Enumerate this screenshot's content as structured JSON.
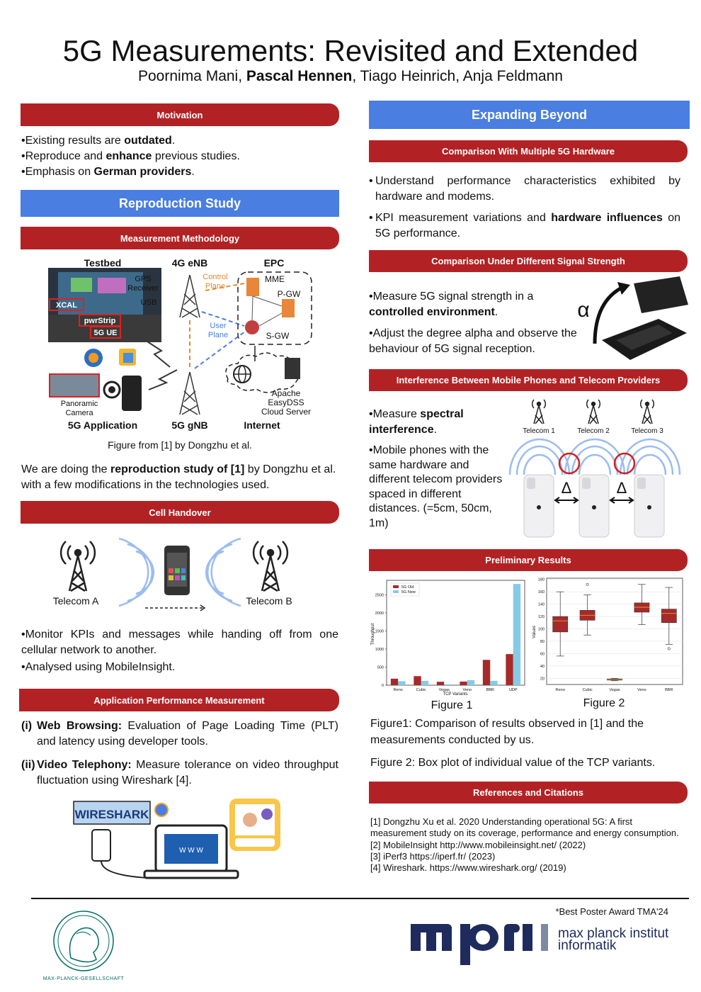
{
  "header": {
    "title": "5G Measurements: Revisited and Extended",
    "author1": "Poornima Mani, ",
    "author2": "Pascal Hennen",
    "author3": ", Tiago Heinrich, Anja Feldmann"
  },
  "left": {
    "motivation": {
      "heading": "Motivation",
      "b1_pre": "•Existing results are ",
      "b1_bold": "outdated",
      "b1_post": ".",
      "b2_pre": "•Reproduce and ",
      "b2_bold": "enhance",
      "b2_post": " previous studies.",
      "b3_pre": "•Emphasis on ",
      "b3_bold": "German providers",
      "b3_post": "."
    },
    "reproduction_heading": "Reproduction Study",
    "methodology": {
      "heading": "Measurement Methodology",
      "labels": {
        "testbed": "Testbed",
        "enb": "4G eNB",
        "epc": "EPC",
        "gps": "GPS",
        "receiver": "Receiver",
        "usb": "USB",
        "xcal": "XCAL",
        "pwrstrip": "pwrStrip",
        "ue": "5G UE",
        "control": "Control",
        "plane": "Plane",
        "user": "User",
        "uplane": "Plane",
        "mme": "MME",
        "pgw": "P-GW",
        "sgw": "S-GW",
        "panoramic": "Panoramic",
        "camera": "Camera",
        "apache": "Apache",
        "easydss": "EasyDSS",
        "cloud": "Cloud Server",
        "app": "5G Application",
        "gnb": "5G gNB",
        "internet": "Internet"
      },
      "caption": "Figure from [1] by Dongzhu et al.",
      "para_pre": "We are doing the ",
      "para_bold": "reproduction study of [1]",
      "para_post": " by Dongzhu et al. with a few modifications in the technologies used."
    },
    "handover": {
      "heading": "Cell Handover",
      "telecom_a": "Telecom  A",
      "telecom_b": "Telecom  B",
      "b1": "•Monitor KPIs and messages while handing off from one cellular network to another.",
      "b2": "•Analysed using MobileInsight."
    },
    "app_perf": {
      "heading": "Application Performance Measurement",
      "i_label": "(i)",
      "i_bold": "Web Browsing:",
      "i_text": " Evaluation of Page Loading Time (PLT) and latency using developer tools.",
      "ii_label": "(ii)",
      "ii_bold": "Video Telephony:",
      "ii_text": " Measure tolerance on video throughput fluctuation using Wireshark [4].",
      "wireshark": "WIRESHARK",
      "www": "W W W"
    }
  },
  "right": {
    "expanding_heading": "Expanding Beyond",
    "hardware": {
      "heading": "Comparison With Multiple 5G Hardware",
      "b1": "Understand performance characteristics exhibited by hardware and modems.",
      "b2_pre": "KPI measurement variations and ",
      "b2_bold": "hardware influences",
      "b2_post": " on 5G performance."
    },
    "signal": {
      "heading": "Comparison Under Different Signal Strength",
      "b1_pre": "•Measure 5G signal strength in a ",
      "b1_bold": "controlled environment",
      "b1_post": ".",
      "b2": "•Adjust the degree alpha and observe the behaviour of 5G signal reception.",
      "alpha": "α"
    },
    "interference": {
      "heading": "Interference Between Mobile Phones and Telecom Providers",
      "b1_pre": "•Measure ",
      "b1_bold": "spectral interference",
      "b1_post": ".",
      "b2": "•Mobile phones with the same hardware and different telecom providers spaced in different distances. (=5cm, 50cm, 1m)",
      "t1": "Telecom 1",
      "t2": "Telecom 2",
      "t3": "Telecom 3",
      "delta": "Δ"
    },
    "results": {
      "heading": "Preliminary Results",
      "fig1": "Figure 1",
      "fig2": "Figure 2",
      "p1": "Figure1: Comparison of results observed in [1] and the measurements conducted by us.",
      "p2": "Figure 2: Box plot of individual value of the TCP variants."
    },
    "references": {
      "heading": "References and Citations",
      "r1": "[1] Dongzhu Xu et al. 2020 Understanding operational 5G: A first measurement study on its coverage, performance and energy consumption.",
      "r2": "[2] MobileInsight http://www.mobileinsight.net/ (2022)",
      "r3": "[3] iPerf3 https://iperf.fr/ (2023)",
      "r4": "[4] Wireshark. https://www.wireshark.org/ (2019)"
    }
  },
  "footer": {
    "award": "*Best Poster Award TMA'24",
    "mpg": "MAX-PLANCK-GESELLSCHAFT",
    "mpi_line1": "max planck institut",
    "mpi_line2": "informatik",
    "mpi_mark": "mpi"
  },
  "colors": {
    "red": "#b22224",
    "blue": "#4a7ee0",
    "dark_red": "#a62a2a",
    "light_blue": "#86cbe6",
    "mpi_navy": "#1e2b5c",
    "mpg_green": "#006c66"
  },
  "chart_data": [
    {
      "type": "bar",
      "categories": [
        "Reno",
        "Cubic",
        "Vegas",
        "Veno",
        "BBR",
        "UDP"
      ],
      "series": [
        {
          "name": "5G Old",
          "values": [
            180,
            250,
            95,
            100,
            700,
            860
          ]
        },
        {
          "name": "5G New",
          "values": [
            110,
            120,
            25,
            140,
            120,
            2800
          ]
        }
      ],
      "xlabel": "TCP Variants",
      "ylabel": "Throughput",
      "yticks": [
        0,
        500,
        1000,
        1500,
        2000,
        2500
      ],
      "ylim": [
        0,
        2900
      ],
      "legend": "top-left"
    },
    {
      "type": "box",
      "categories": [
        "Reno",
        "Cubic",
        "Vegas",
        "Veno",
        "BBR"
      ],
      "ylabel": "Values",
      "yticks": [
        20,
        40,
        60,
        80,
        100,
        120,
        140,
        160,
        180
      ],
      "ylim": [
        10,
        182
      ],
      "boxes": [
        {
          "whislo": 56,
          "q1": 95,
          "med": 113,
          "q3": 120,
          "whishi": 160,
          "fliers": []
        },
        {
          "whislo": 90,
          "q1": 114,
          "med": 122,
          "q3": 130,
          "whishi": 155,
          "fliers": [
            172
          ]
        },
        {
          "whislo": 16,
          "q1": 17,
          "med": 18,
          "q3": 19,
          "whishi": 20,
          "fliers": []
        },
        {
          "whislo": 107,
          "q1": 127,
          "med": 135,
          "q3": 142,
          "whishi": 172,
          "fliers": []
        },
        {
          "whislo": 75,
          "q1": 110,
          "med": 125,
          "q3": 132,
          "whishi": 167,
          "fliers": [
            68
          ]
        }
      ]
    }
  ]
}
